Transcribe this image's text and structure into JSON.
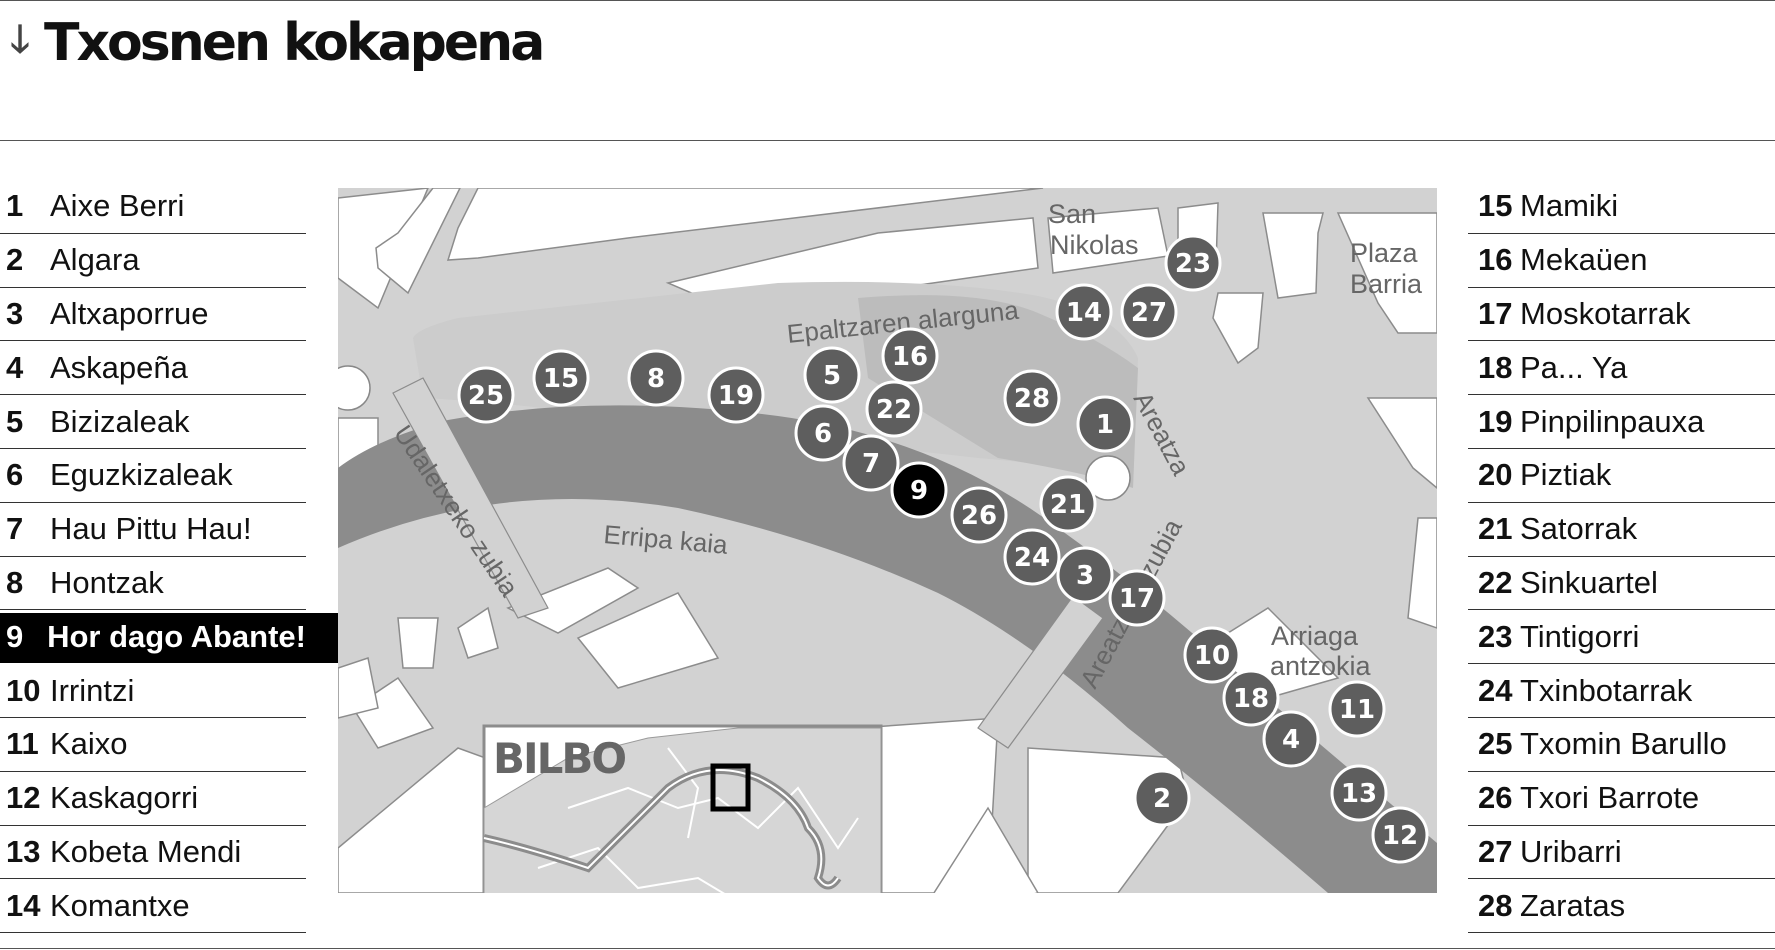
{
  "header": {
    "arrow_icon": "arrow-down-icon",
    "title": "Txosnen kokapena"
  },
  "legend_left": [
    {
      "num": "1",
      "name": "Aixe Berri"
    },
    {
      "num": "2",
      "name": "Algara"
    },
    {
      "num": "3",
      "name": "Altxaporrue"
    },
    {
      "num": "4",
      "name": "Askapeña"
    },
    {
      "num": "5",
      "name": "Bizizaleak"
    },
    {
      "num": "6",
      "name": "Eguzkizaleak"
    },
    {
      "num": "7",
      "name": "Hau Pittu Hau!"
    },
    {
      "num": "8",
      "name": "Hontzak"
    },
    {
      "num": "9",
      "name": "Hor dago Abante!"
    },
    {
      "num": "10",
      "name": "Irrintzi"
    },
    {
      "num": "11",
      "name": "Kaixo"
    },
    {
      "num": "12",
      "name": "Kaskagorri"
    },
    {
      "num": "13",
      "name": "Kobeta Mendi"
    },
    {
      "num": "14",
      "name": "Komantxe"
    }
  ],
  "legend_right": [
    {
      "num": "15",
      "name": "Mamiki"
    },
    {
      "num": "16",
      "name": "Mekaüen"
    },
    {
      "num": "17",
      "name": "Moskotarrak"
    },
    {
      "num": "18",
      "name": "Pa... Ya"
    },
    {
      "num": "19",
      "name": "Pinpilinpauxa"
    },
    {
      "num": "20",
      "name": "Piztiak"
    },
    {
      "num": "21",
      "name": "Satorrak"
    },
    {
      "num": "22",
      "name": "Sinkuartel"
    },
    {
      "num": "23",
      "name": "Tintigorri"
    },
    {
      "num": "24",
      "name": "Txinbotarrak"
    },
    {
      "num": "25",
      "name": "Txomin Barullo"
    },
    {
      "num": "26",
      "name": "Txori Barrote"
    },
    {
      "num": "27",
      "name": "Uribarri"
    },
    {
      "num": "28",
      "name": "Zaratas"
    }
  ],
  "highlighted": "9",
  "map": {
    "labels": {
      "san": "San",
      "nikolas": "Nikolas",
      "plaza": "Plaza",
      "barria": "Barria",
      "arriaga": "Arriaga",
      "antzokia": "antzokia",
      "epaltzaren": "Epaltzaren alarguna",
      "areatza": "Areatza",
      "udaletxeko": "Udaletxeko zubia",
      "erripa": "Erripa kaia",
      "areatzako": "Areatzako zubia"
    },
    "inset": {
      "title": "BILBO"
    },
    "markers": [
      {
        "num": "1"
      },
      {
        "num": "2"
      },
      {
        "num": "3"
      },
      {
        "num": "4"
      },
      {
        "num": "5"
      },
      {
        "num": "6"
      },
      {
        "num": "7"
      },
      {
        "num": "8"
      },
      {
        "num": "9"
      },
      {
        "num": "10"
      },
      {
        "num": "11"
      },
      {
        "num": "12"
      },
      {
        "num": "13"
      },
      {
        "num": "14"
      },
      {
        "num": "15"
      },
      {
        "num": "16"
      },
      {
        "num": "17"
      },
      {
        "num": "18"
      },
      {
        "num": "19"
      },
      {
        "num": "21"
      },
      {
        "num": "22"
      },
      {
        "num": "23"
      },
      {
        "num": "24"
      },
      {
        "num": "25"
      },
      {
        "num": "26"
      },
      {
        "num": "27"
      },
      {
        "num": "28"
      }
    ]
  },
  "colors": {
    "marker": "#5e5e5e",
    "marker_highlight": "#000000",
    "river": "#8c8c8c",
    "street": "#d2d2d2",
    "block": "#ffffff",
    "plaza": "#bcbcbc"
  }
}
